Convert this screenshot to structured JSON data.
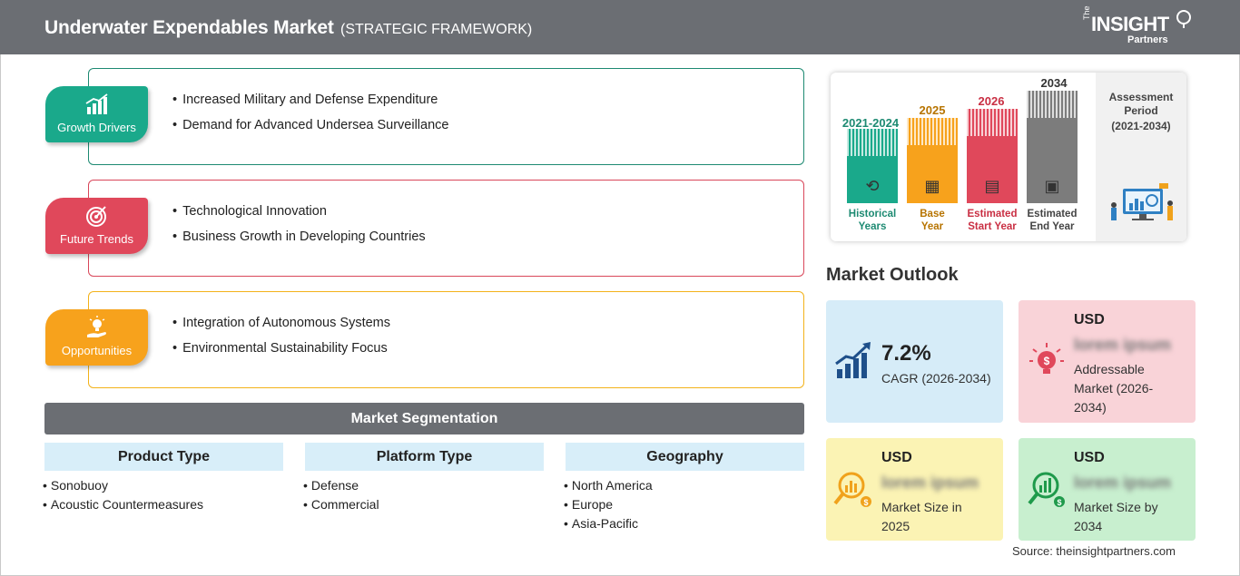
{
  "header": {
    "title": "Underwater Expendables Market",
    "subtitle": "(STRATEGIC FRAMEWORK)",
    "logo_the": "The",
    "logo_insight": "INSIGHT",
    "logo_partners": "Partners"
  },
  "framework": [
    {
      "label": "Growth Drivers",
      "icon": "growth-chart-icon",
      "color": "#1aa98b",
      "items": [
        "Increased Military and Defense Expenditure",
        "Demand for Advanced Undersea Surveillance"
      ]
    },
    {
      "label": "Future Trends",
      "icon": "target-icon",
      "color": "#e0485b",
      "items": [
        "Technological Innovation",
        "Business Growth in Developing Countries"
      ]
    },
    {
      "label": "Opportunities",
      "icon": "lightbulb-hand-icon",
      "color": "#f7a21c",
      "items": [
        "Integration of Autonomous Systems",
        "Environmental Sustainability Focus"
      ]
    }
  ],
  "segmentation": {
    "title": "Market Segmentation",
    "columns": [
      {
        "title": "Product Type",
        "items": [
          "Sonobuoy",
          "Acoustic Countermeasures"
        ]
      },
      {
        "title": "Platform Type",
        "items": [
          "Defense",
          "Commercial"
        ]
      },
      {
        "title": "Geography",
        "items": [
          "North America",
          "Europe",
          "Asia-Pacific"
        ]
      }
    ]
  },
  "timeline": {
    "periods": [
      {
        "year": "2021-2024",
        "label_line1": "Historical",
        "label_line2": "Years",
        "color": "#1aa98b",
        "icon": "history-icon"
      },
      {
        "year": "2025",
        "label_line1": "Base",
        "label_line2": "Year",
        "color": "#f7a21c",
        "icon": "calendar-icon"
      },
      {
        "year": "2026",
        "label_line1": "Estimated",
        "label_line2": "Start Year",
        "color": "#e0485b",
        "icon": "presentation-icon"
      },
      {
        "year": "2034",
        "label_line1": "Estimated",
        "label_line2": "End Year",
        "color": "#7c7c7c",
        "icon": "monitor-chart-icon"
      }
    ],
    "assessment_line1": "Assessment",
    "assessment_line2": "Period",
    "assessment_period": "(2021-2034)"
  },
  "outlook": {
    "title": "Market Outlook",
    "cagr_value": "7.2%",
    "cagr_label": "CAGR (2026-2034)",
    "addressable": {
      "usd": "USD",
      "value": "lorem ipsum",
      "desc": "Addressable Market (2026-2034)"
    },
    "size_2025": {
      "usd": "USD",
      "value": "lorem ipsum",
      "desc": "Market Size in 2025"
    },
    "size_2034": {
      "usd": "USD",
      "value": "lorem ipsum",
      "desc": "Market Size by 2034"
    }
  },
  "source": "Source: theinsightpartners.com",
  "colors": {
    "header_bg": "#6b6e73",
    "cagr_card": "#d6ecf8",
    "addressable_card": "#f9d3d8",
    "size2025_card": "#fbf3b4",
    "size2034_card": "#c8efcf"
  }
}
